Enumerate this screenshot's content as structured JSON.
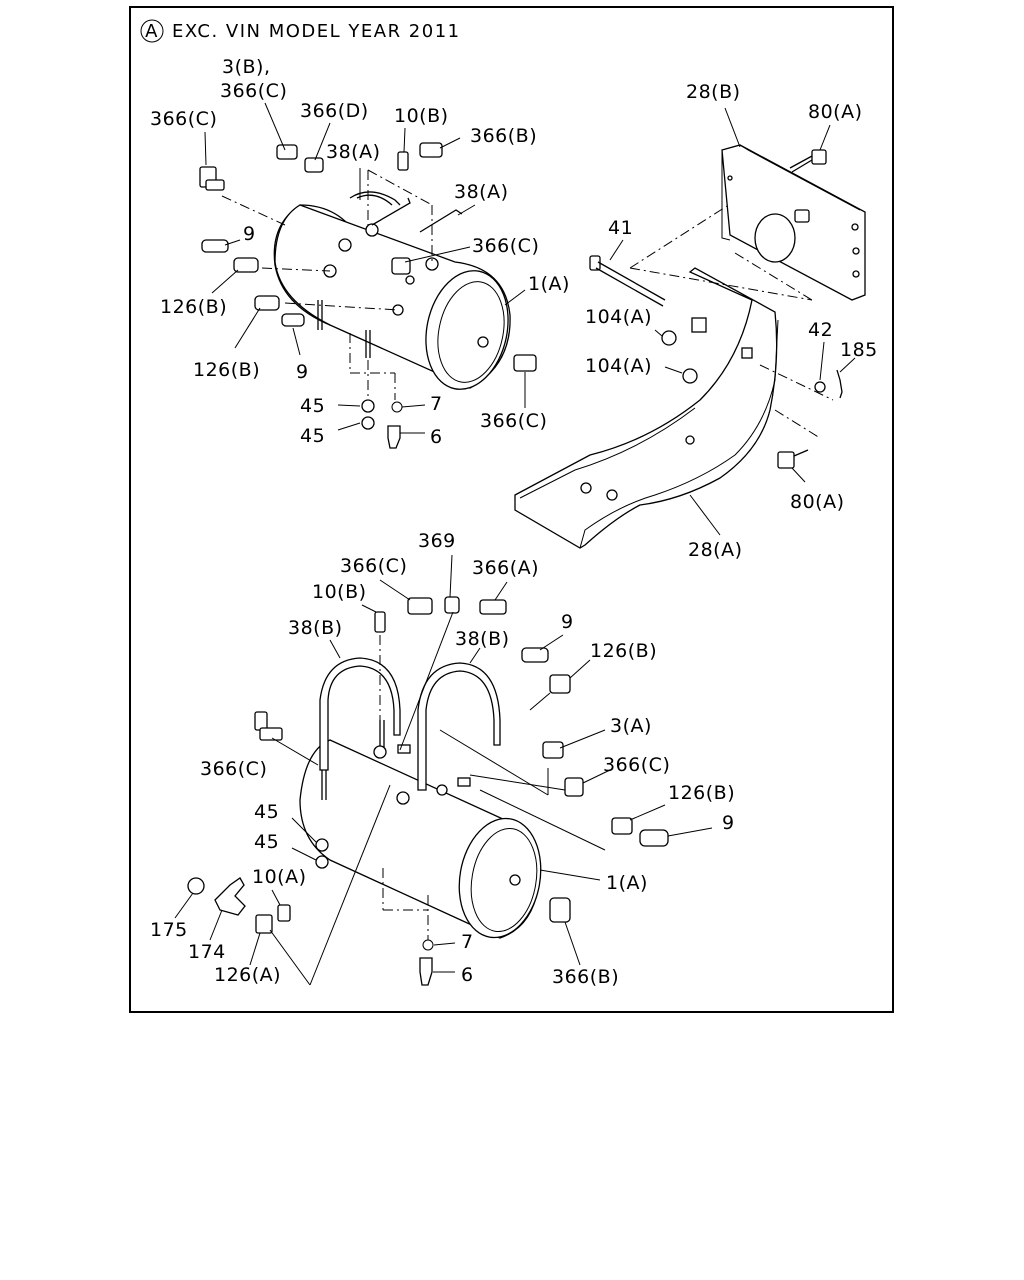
{
  "header": {
    "circle_letter": "A",
    "note": "EXC. VIN MODEL YEAR 2011"
  },
  "callouts": [
    {
      "id": "c01",
      "text": "3(B),"
    },
    {
      "id": "c02",
      "text": "366(C)"
    },
    {
      "id": "c03",
      "text": "366(D)"
    },
    {
      "id": "c04",
      "text": "10(B)"
    },
    {
      "id": "c05",
      "text": "366(B)"
    },
    {
      "id": "c06",
      "text": "366(C)"
    },
    {
      "id": "c07",
      "text": "38(A)"
    },
    {
      "id": "c08",
      "text": "38(A)"
    },
    {
      "id": "c09",
      "text": "9"
    },
    {
      "id": "c10",
      "text": "366(C)"
    },
    {
      "id": "c11",
      "text": "126(B)"
    },
    {
      "id": "c12",
      "text": "1(A)"
    },
    {
      "id": "c13",
      "text": "126(B)"
    },
    {
      "id": "c14",
      "text": "9"
    },
    {
      "id": "c15",
      "text": "45"
    },
    {
      "id": "c16",
      "text": "7"
    },
    {
      "id": "c17",
      "text": "45"
    },
    {
      "id": "c18",
      "text": "6"
    },
    {
      "id": "c19",
      "text": "366(C)"
    },
    {
      "id": "c20",
      "text": "28(B)"
    },
    {
      "id": "c21",
      "text": "80(A)"
    },
    {
      "id": "c22",
      "text": "41"
    },
    {
      "id": "c23",
      "text": "104(A)"
    },
    {
      "id": "c24",
      "text": "104(A)"
    },
    {
      "id": "c25",
      "text": "42"
    },
    {
      "id": "c26",
      "text": "185"
    },
    {
      "id": "c27",
      "text": "80(A)"
    },
    {
      "id": "c28",
      "text": "28(A)"
    },
    {
      "id": "c29",
      "text": "366(C)"
    },
    {
      "id": "c30",
      "text": "369"
    },
    {
      "id": "c31",
      "text": "366(A)"
    },
    {
      "id": "c32",
      "text": "10(B)"
    },
    {
      "id": "c33",
      "text": "38(B)"
    },
    {
      "id": "c34",
      "text": "38(B)"
    },
    {
      "id": "c35",
      "text": "9"
    },
    {
      "id": "c36",
      "text": "126(B)"
    },
    {
      "id": "c37",
      "text": "3(A)"
    },
    {
      "id": "c38",
      "text": "366(C)"
    },
    {
      "id": "c39",
      "text": "366(C)"
    },
    {
      "id": "c40",
      "text": "126(B)"
    },
    {
      "id": "c41",
      "text": "9"
    },
    {
      "id": "c42",
      "text": "45"
    },
    {
      "id": "c43",
      "text": "45"
    },
    {
      "id": "c44",
      "text": "10(A)"
    },
    {
      "id": "c45",
      "text": "1(A)"
    },
    {
      "id": "c46",
      "text": "175"
    },
    {
      "id": "c47",
      "text": "174"
    },
    {
      "id": "c48",
      "text": "126(A)"
    },
    {
      "id": "c49",
      "text": "7"
    },
    {
      "id": "c50",
      "text": "6"
    },
    {
      "id": "c51",
      "text": "366(B)"
    }
  ]
}
